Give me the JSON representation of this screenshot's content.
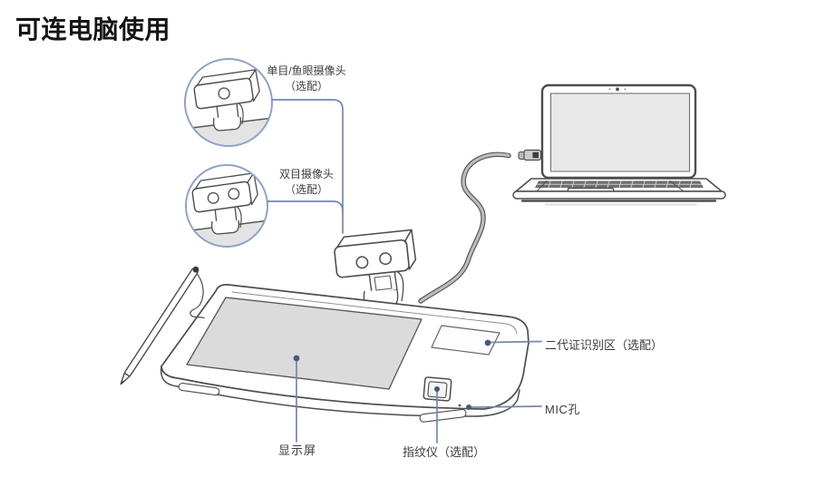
{
  "title": "可连电脑使用",
  "labels": {
    "mono_camera": {
      "name": "单目/鱼眼摄像头",
      "option": "（选配）"
    },
    "bino_camera": {
      "name": "双目摄像头",
      "option": "（选配）"
    },
    "id_area": "二代证识别区（选配）",
    "mic": "MIC孔",
    "display": "显示屏",
    "fingerprint": "指纹仪（选配）"
  },
  "colors": {
    "callout_line": "#7388b0",
    "callout_dot": "#46597c",
    "circle_stroke": "#8fa3c5",
    "line_art": "#4d4d4d",
    "device_screen_fill": "#dbdbdb",
    "laptop_screen_fill": "#e9e8e8",
    "keyboard_fill": "#6e6e6e",
    "text": "#3c3c3c"
  }
}
